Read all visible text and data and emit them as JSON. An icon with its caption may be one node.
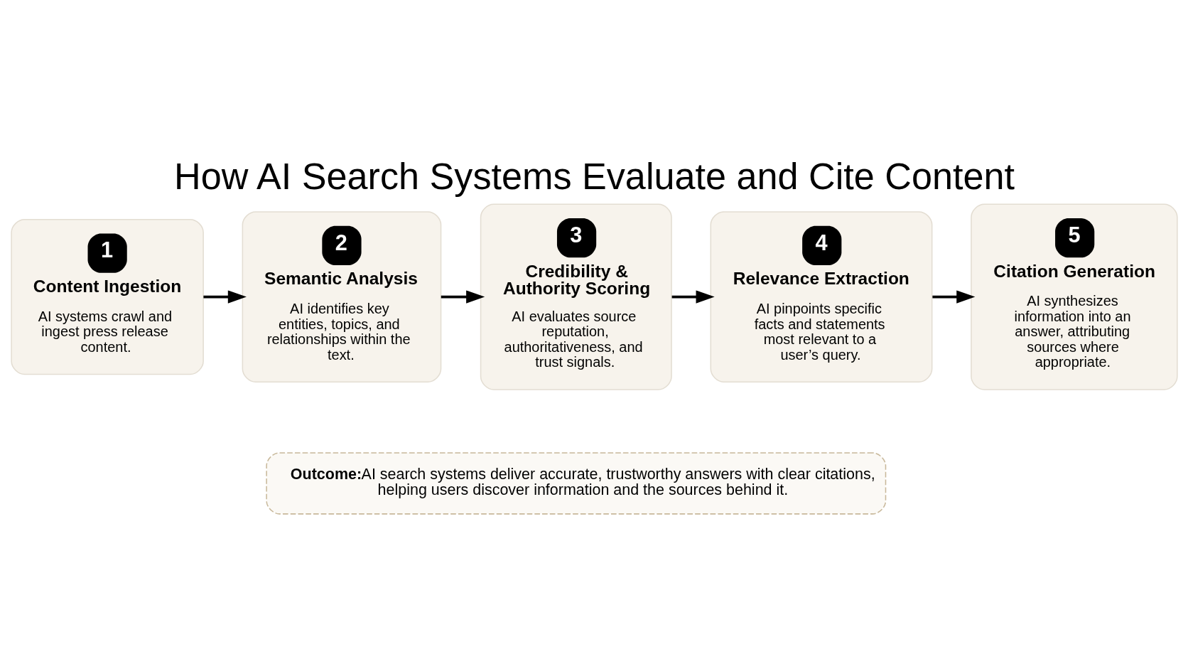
{
  "diagram": {
    "title": "How AI Search Systems Evaluate and Cite Content",
    "nodes": [
      {
        "text": [
          "1",
          "Content Ingestion",
          "AI systems crawl and ingest press release content."
        ]
      },
      {
        "text": [
          "2",
          "Semantic Analysis",
          "AI identifies key entities, topics, and relationships within the text."
        ]
      },
      {
        "text": [
          "3",
          "Credibility & Authority Scoring",
          "AI evaluates source reputation, authoritativeness, and trust signals."
        ]
      },
      {
        "text": [
          "4",
          "Relevance Extraction",
          "AI pinpoints specific facts and statements most relevant to a user’s query."
        ]
      },
      {
        "text": [
          "5",
          "Citation Generation",
          "AI synthesizes information into an answer, attributing sources where appropriate."
        ]
      },
      {
        "text": [
          "Outcome:",
          "AI search systems deliver accurate, trustworthy answers with clear citations, helping users discover information and the sources behind it."
        ]
      }
    ],
    "edges": [
      {
        "from": 0,
        "to": 1,
        "arrow": "to"
      },
      {
        "from": 1,
        "to": 2,
        "arrow": "to"
      },
      {
        "from": 2,
        "to": 3,
        "arrow": "to"
      },
      {
        "from": 3,
        "to": 4,
        "arrow": "to"
      }
    ]
  }
}
